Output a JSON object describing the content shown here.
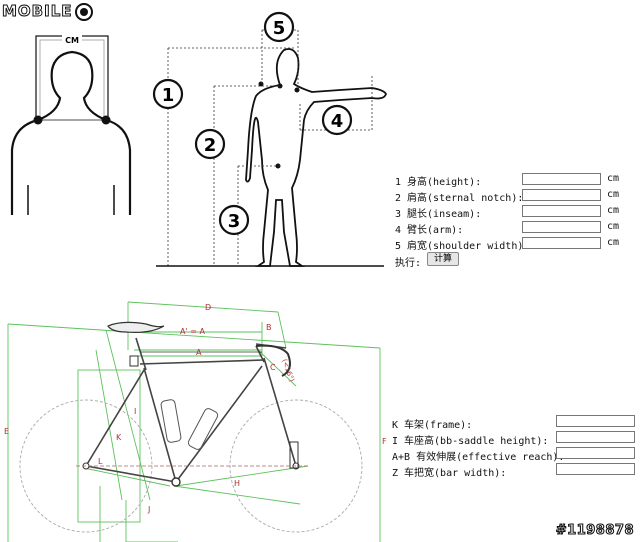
{
  "logo": {
    "text": "MOBILE"
  },
  "body_diagram": {
    "width_label": "CM",
    "markers": [
      "1",
      "2",
      "3",
      "4",
      "5"
    ]
  },
  "body_form": {
    "rows": [
      {
        "label": "1 身高(height):",
        "value": "",
        "unit": "cm"
      },
      {
        "label": "2 肩高(sternal notch):",
        "value": "",
        "unit": "cm"
      },
      {
        "label": "3 腿长(inseam):",
        "value": "",
        "unit": "cm"
      },
      {
        "label": "4 臂长(arm):",
        "value": "",
        "unit": "cm"
      },
      {
        "label": "5 肩宽(shoulder width):",
        "value": "",
        "unit": "cm"
      }
    ],
    "execute_label": "执行:",
    "calc_button": "计算"
  },
  "bike_diagram": {
    "labels": {
      "D": "D",
      "B": "B",
      "A_eq": "A' = A",
      "A": "A",
      "C": "C",
      "angle": "(<16°)",
      "K": "K",
      "L": "L",
      "H": "H",
      "J": "J",
      "E": "E",
      "F": "F",
      "I": "I"
    }
  },
  "bike_form": {
    "rows": [
      {
        "label": "K 车架(frame):",
        "value": ""
      },
      {
        "label": "I 车座高(bb-saddle height):",
        "value": ""
      },
      {
        "label": "A+B 有效伸展(effective reach):",
        "value": ""
      },
      {
        "label": "Z 车把宽(bar width):",
        "value": ""
      }
    ]
  },
  "watermark": {
    "text": "#1198878"
  },
  "colors": {
    "guide_green": "#5cc25c",
    "ink": "#111111"
  }
}
